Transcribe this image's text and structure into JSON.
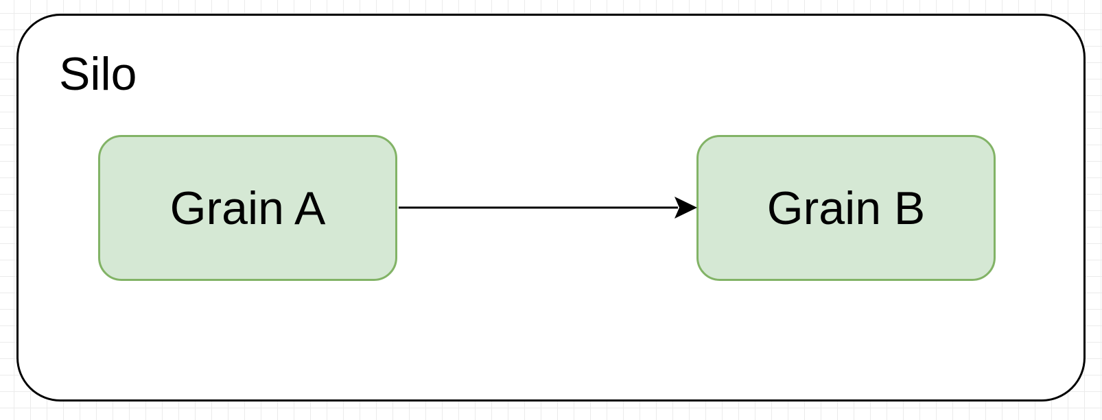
{
  "diagram": {
    "container": {
      "label": "Silo",
      "stroke": "#000000",
      "fill": "#ffffff"
    },
    "nodes": [
      {
        "id": "grain-a",
        "label": "Grain A",
        "fill": "#d5e8d4",
        "stroke": "#82b366"
      },
      {
        "id": "grain-b",
        "label": "Grain B",
        "fill": "#d5e8d4",
        "stroke": "#82b366"
      }
    ],
    "edges": [
      {
        "from": "grain-a",
        "to": "grain-b",
        "stroke": "#000000"
      }
    ]
  }
}
